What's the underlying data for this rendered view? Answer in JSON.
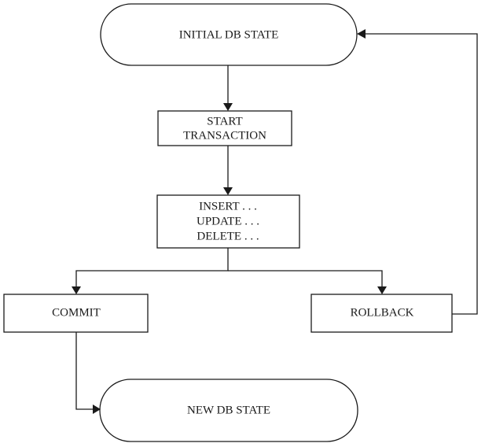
{
  "diagram": {
    "initial_state": "INITIAL DB STATE",
    "start_transaction": [
      "START",
      "TRANSACTION"
    ],
    "operations": [
      "INSERT . . .",
      "UPDATE . . .",
      "DELETE . . ."
    ],
    "commit": "COMMIT",
    "rollback": "ROLLBACK",
    "new_state": "NEW DB STATE"
  }
}
